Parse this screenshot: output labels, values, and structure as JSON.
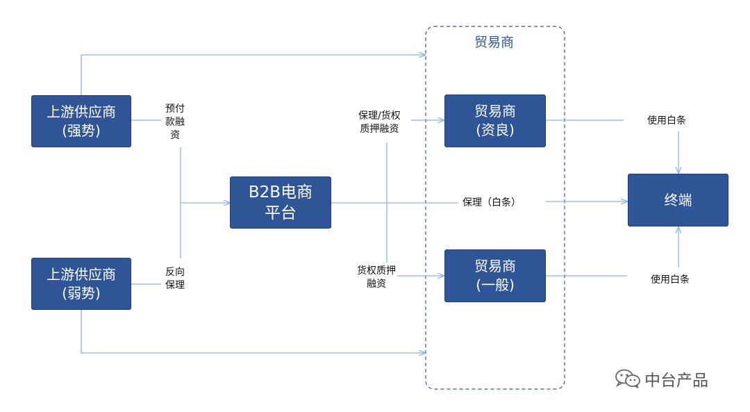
{
  "diagram": {
    "group": {
      "title": "贸易商"
    },
    "nodes": {
      "upstream_strong": {
        "line1": "上游供应商",
        "line2": "(强势)"
      },
      "upstream_weak": {
        "line1": "上游供应商",
        "line2": "(弱势)"
      },
      "b2b_platform": {
        "line1": "B2B电商",
        "line2": "平台"
      },
      "trader_good": {
        "line1": "贸易商",
        "line2": "(资良)"
      },
      "trader_normal": {
        "line1": "贸易商",
        "line2": "(一般)"
      },
      "terminal": {
        "line1": "终端"
      }
    },
    "edge_labels": {
      "prepay_financing": [
        "预付",
        "款融",
        "资"
      ],
      "reverse_factoring": [
        "反向",
        "保理"
      ],
      "factoring_pledge": [
        "保理/货权",
        "质押融资"
      ],
      "goods_pledge": [
        "货权质押",
        "融资"
      ],
      "factoring_iou": "保理（白条）",
      "iou_top": "使用白条",
      "iou_bottom": "使用白条"
    }
  },
  "watermark": {
    "text": "中台产品",
    "icon": "wechat-icon"
  },
  "colors": {
    "box_fill": "#2f5597",
    "line": "#8eb4e3",
    "group_border": "#2f5597"
  }
}
